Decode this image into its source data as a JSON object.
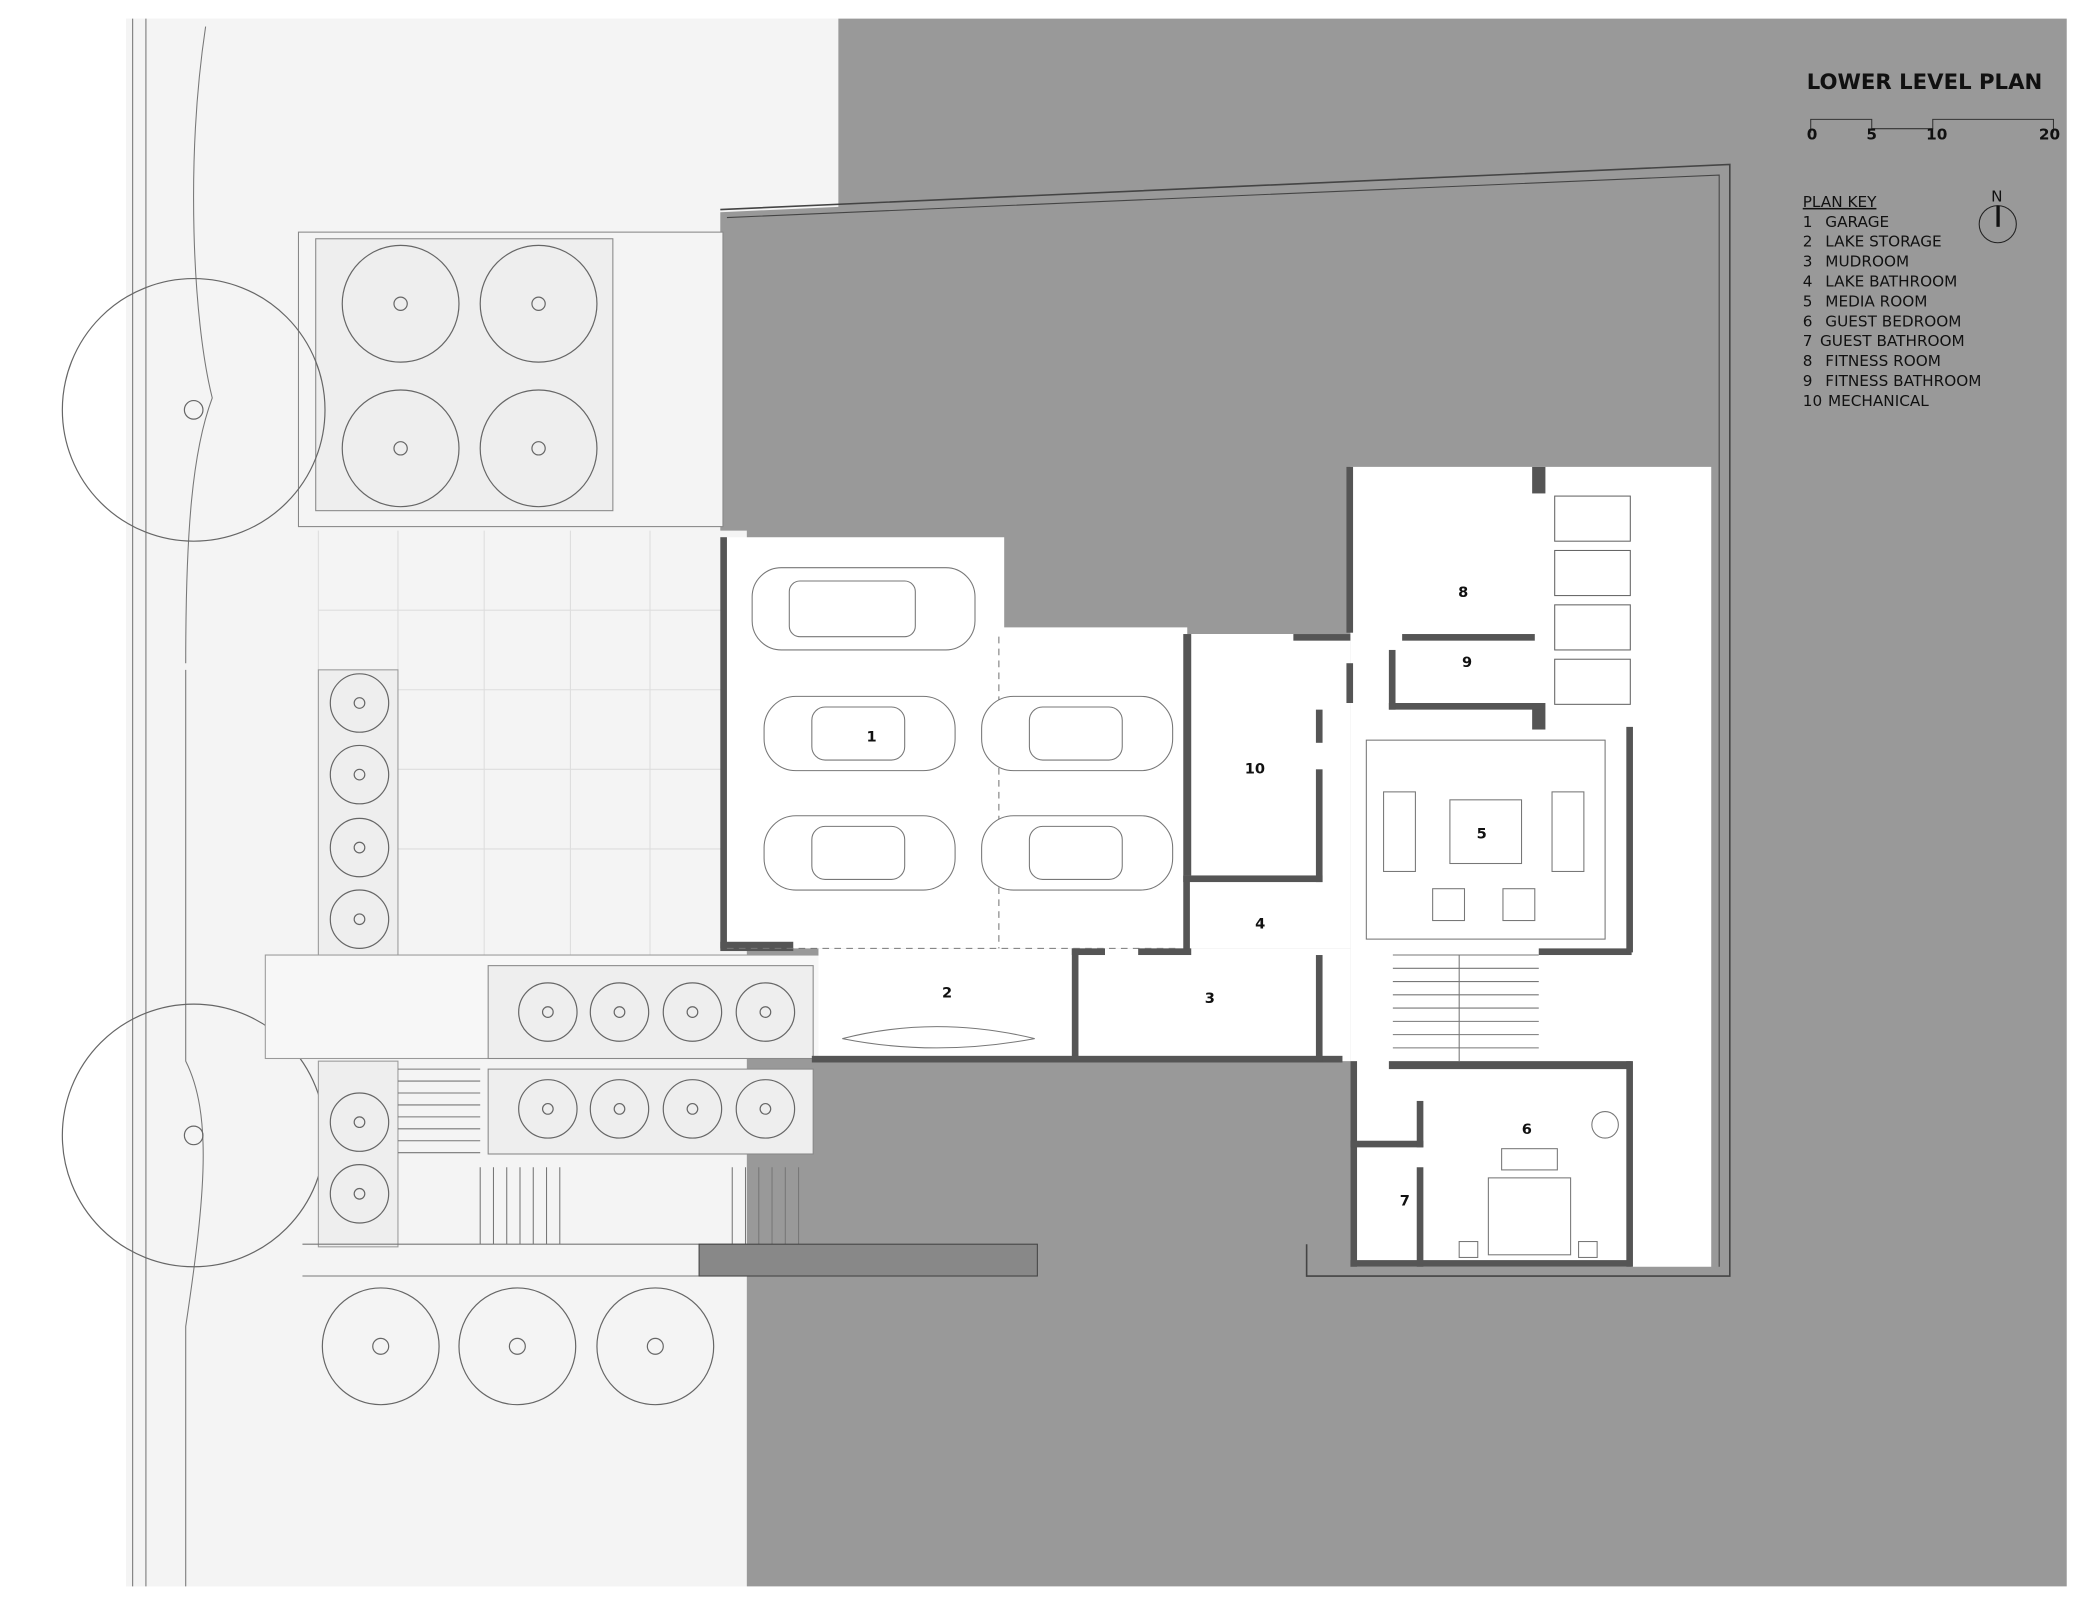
{
  "title": "LOWER LEVEL PLAN",
  "scale_bar": {
    "ticks": [
      "0",
      "5",
      "10",
      "20"
    ]
  },
  "north_label": "N",
  "plan_key": {
    "heading": "PLAN KEY",
    "items": [
      {
        "num": "1",
        "label": "GARAGE"
      },
      {
        "num": "2",
        "label": "LAKE STORAGE"
      },
      {
        "num": "3",
        "label": "MUDROOM"
      },
      {
        "num": "4",
        "label": "LAKE BATHROOM"
      },
      {
        "num": "5",
        "label": "MEDIA ROOM"
      },
      {
        "num": "6",
        "label": "GUEST BEDROOM"
      },
      {
        "num": "7",
        "label": "GUEST BATHROOM"
      },
      {
        "num": "8",
        "label": "FITNESS ROOM"
      },
      {
        "num": "9",
        "label": "FITNESS BATHROOM"
      },
      {
        "num": "10",
        "label": "MECHANICAL"
      }
    ]
  },
  "room_labels": [
    "1",
    "2",
    "3",
    "4",
    "5",
    "6",
    "7",
    "8",
    "9",
    "10"
  ],
  "colors": {
    "ground": "#999999",
    "site": "#f4f4f4",
    "wall": "#555555"
  }
}
